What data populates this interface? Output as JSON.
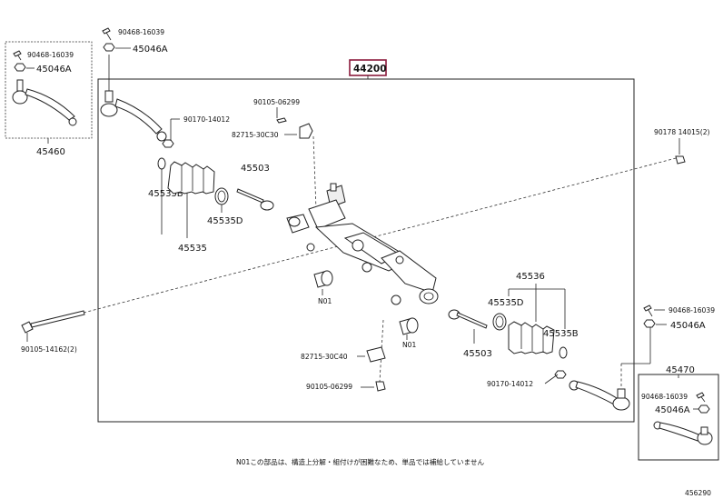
{
  "assembly_label": "44200",
  "labels": {
    "bolt_left_top": "90468-16039",
    "nut_left_top": "45046A",
    "bolt_left_box": "90468-16039",
    "nut_left_box": "45046A",
    "tie_rod_end_left": "45460",
    "nut_90170_left": "90170-14012",
    "bolt_90105_top": "90105-06299",
    "bracket_82715_top": "82715-30C30",
    "bolt_90178": "90178 14015(2)",
    "rack_end_left": "45503",
    "clamp_45535B_left": "45535B",
    "clamp_45535D_left": "45535D",
    "boot_left": "45535",
    "n01_left": "N01",
    "bolt_90105_long": "90105-14162(2)",
    "bracket_82715_bottom": "82715-30C40",
    "bolt_90105_bottom": "90105-06299",
    "n01_right": "N01",
    "boot_right_group": "45536",
    "clamp_45535D_right": "45535D",
    "clamp_45535B_right": "45535B",
    "rack_end_right": "45503",
    "nut_90170_right": "90170-14012",
    "bolt_right_top": "90468-16039",
    "nut_right_top": "45046A",
    "tie_rod_end_right": "45470",
    "bolt_right_box": "90468-16039",
    "nut_right_box": "45046A"
  },
  "footnote": "N01この部品は、構造上分解・組付けが困難なため、単品では補給していません",
  "figure_code": "456290",
  "colors": {
    "highlight": "#8b1a3c",
    "line": "#222222"
  }
}
